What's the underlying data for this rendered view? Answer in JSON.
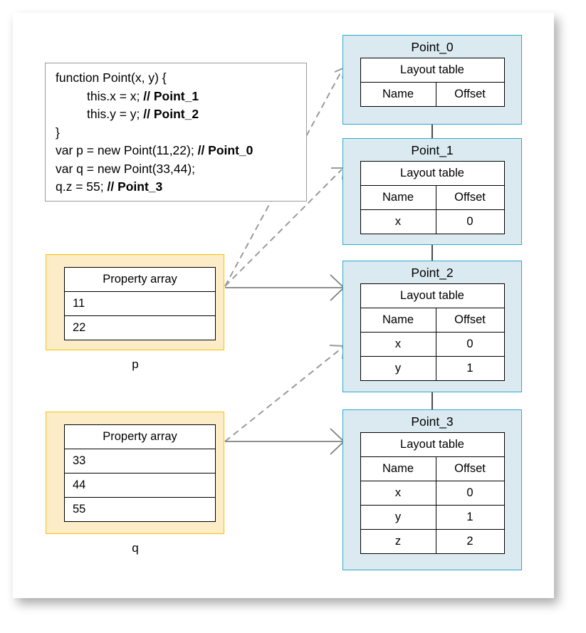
{
  "diagram": {
    "title": "JavaScript hidden class (Point) transition diagram",
    "colors": {
      "object_fill": "#daeaf0",
      "object_border": "#2ba8ce",
      "array_fill": "#fdecc8",
      "array_border": "#ffc000",
      "table_border": "#000000",
      "code_border": "#9a9a9a",
      "arrow_solid": "#7f7f7f",
      "arrow_dashed": "#9a9a9a",
      "connector_line": "#000000",
      "page_background": "#ffffff"
    }
  },
  "code_block": {
    "lines": [
      {
        "text": "function Point(x, y) {",
        "indent": false,
        "comment": ""
      },
      {
        "text": "this.x = x; ",
        "indent": true,
        "comment": "// Point_1"
      },
      {
        "text": "this.y = y; ",
        "indent": true,
        "comment": "// Point_2"
      },
      {
        "text": "}",
        "indent": false,
        "comment": ""
      },
      {
        "text": "var p = new Point(11,22); ",
        "indent": false,
        "comment": "// Point_0"
      },
      {
        "text": "var q = new Point(33,44);",
        "indent": false,
        "comment": ""
      },
      {
        "text": "q.z = 55; ",
        "indent": false,
        "comment": "// Point_3"
      }
    ]
  },
  "layout_table_label": "Layout table",
  "layout_columns": {
    "name": "Name",
    "offset": "Offset"
  },
  "property_array_label": "Property array",
  "objects": [
    {
      "id": "point-0",
      "title": "Point_0",
      "rows": []
    },
    {
      "id": "point-1",
      "title": "Point_1",
      "rows": [
        {
          "name": "x",
          "offset": "0"
        }
      ]
    },
    {
      "id": "point-2",
      "title": "Point_2",
      "rows": [
        {
          "name": "x",
          "offset": "0"
        },
        {
          "name": "y",
          "offset": "1"
        }
      ]
    },
    {
      "id": "point-3",
      "title": "Point_3",
      "rows": [
        {
          "name": "x",
          "offset": "0"
        },
        {
          "name": "y",
          "offset": "1"
        },
        {
          "name": "z",
          "offset": "2"
        }
      ]
    }
  ],
  "arrays": [
    {
      "id": "array-p",
      "header": "Property array",
      "values": [
        "11",
        "22"
      ],
      "var_label": "p"
    },
    {
      "id": "array-q",
      "header": "Property array",
      "values": [
        "33",
        "44",
        "55"
      ],
      "var_label": "q"
    }
  ]
}
